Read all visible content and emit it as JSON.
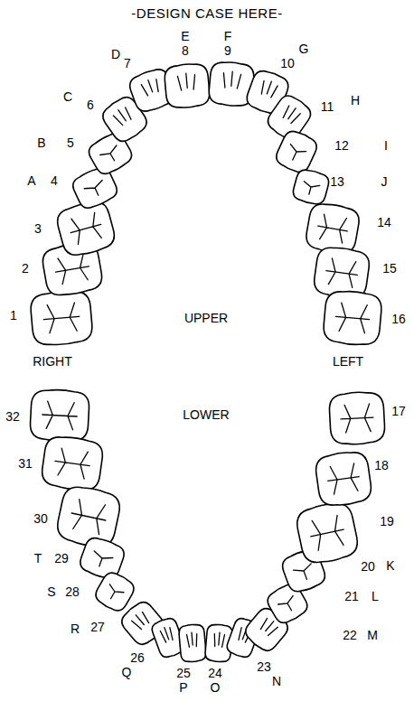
{
  "diagram": {
    "title": "-DESIGN CASE HERE-",
    "labels": [
      "D",
      "E",
      "F",
      "G",
      "7",
      "8",
      "9",
      "10",
      "C",
      "6",
      "11",
      "H",
      "B",
      "5",
      "12",
      "I",
      "A",
      "4",
      "13",
      "J",
      "3",
      "14",
      "2",
      "15",
      "1",
      "16",
      "UPPER",
      "RIGHT",
      "LEFT",
      "LOWER",
      "32",
      "17",
      "31",
      "18",
      "30",
      "19",
      "T",
      "29",
      "20",
      "K",
      "S",
      "28",
      "21",
      "L",
      "R",
      "27",
      "22",
      "M",
      "26",
      "23",
      "Q",
      "25",
      "24",
      "N",
      "P",
      "O"
    ]
  }
}
